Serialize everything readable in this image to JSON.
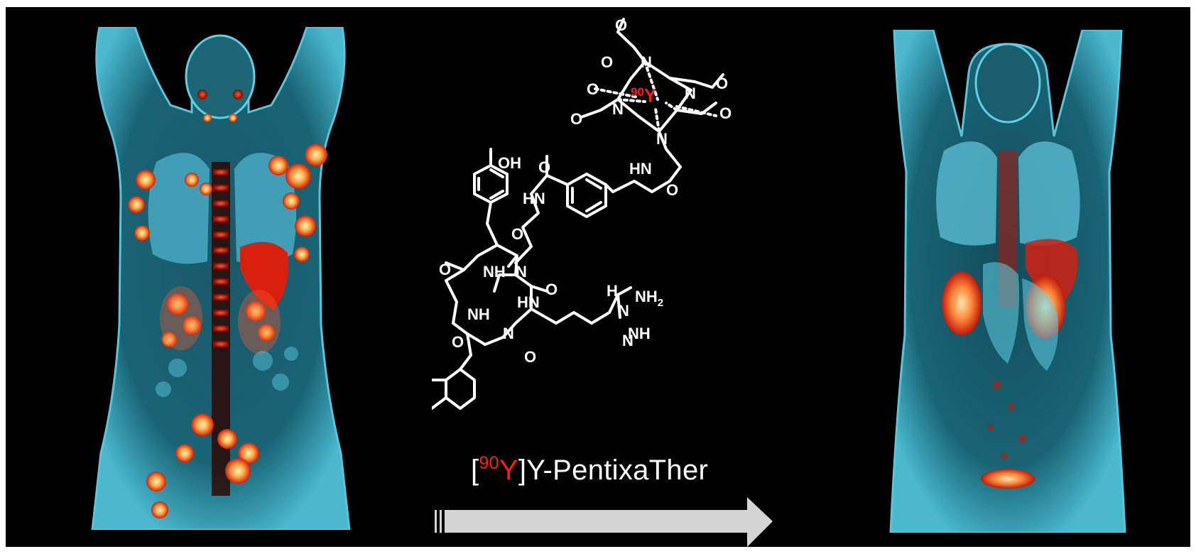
{
  "figure": {
    "caption": {
      "open_bracket": "[",
      "isotope_mass": "90",
      "isotope_symbol": "Y",
      "close_suffix": "]Y-PentixaTher"
    },
    "structure_labels": {
      "metal_mass": "90",
      "metal_symbol": "Y",
      "hydroxyl": "OH",
      "guanidine_nh": "H",
      "guanidine_nh2": "NH",
      "guanidine_nh2_sub": "2",
      "guanidine_imine": "NH"
    },
    "colors": {
      "background": "#000000",
      "body_tissue": "#3fb0c8",
      "uptake_hot": "#ffd27a",
      "uptake_warm": "#e6311a",
      "isotope_label": "#ff1a1a",
      "arrow": "#d4d4d4"
    }
  }
}
